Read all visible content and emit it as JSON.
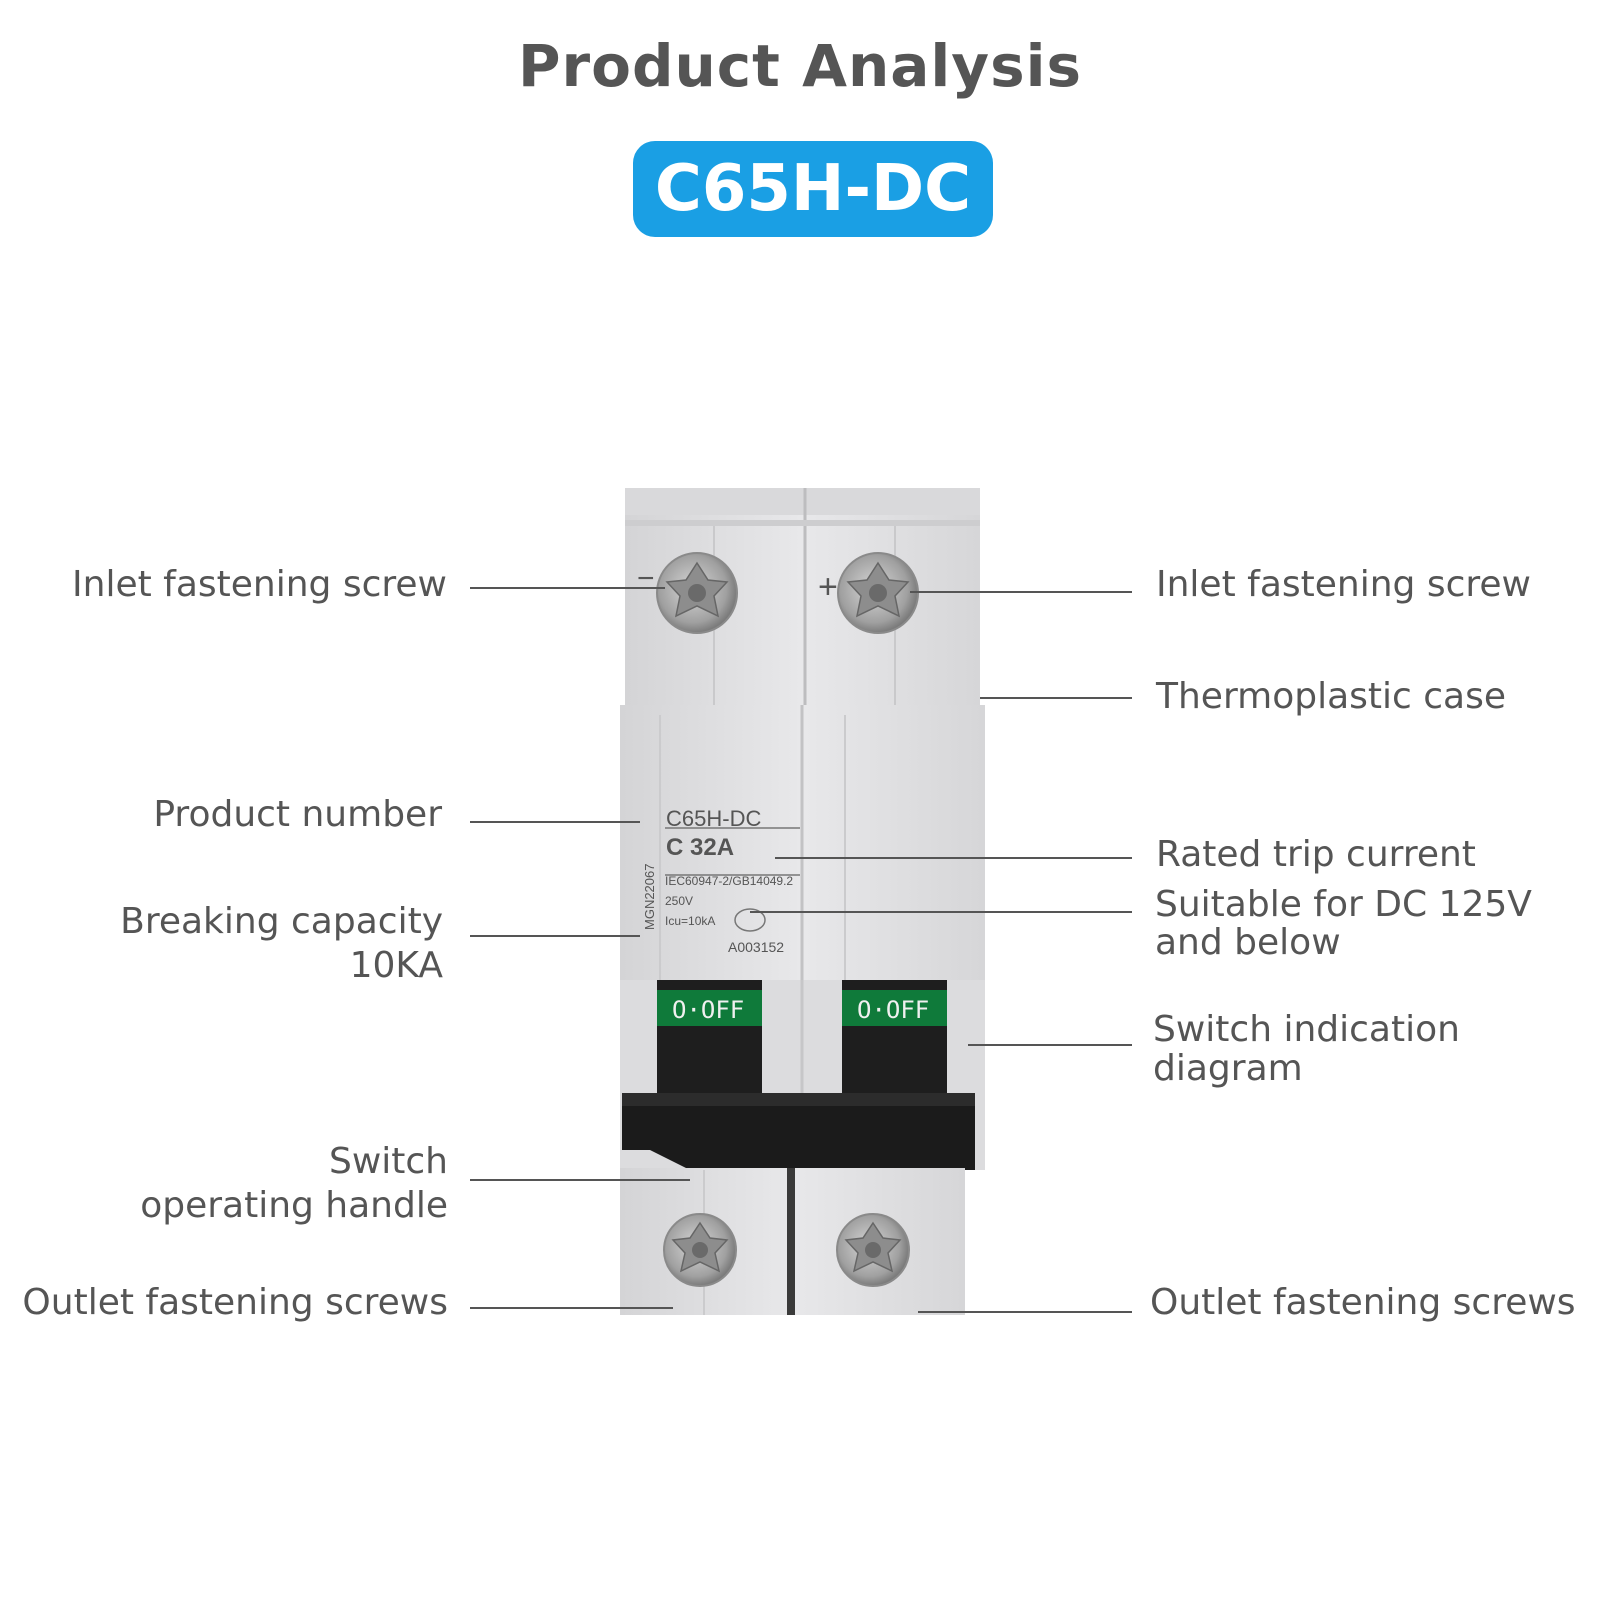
{
  "title": "Product Analysis",
  "model_badge": "C65H-DC",
  "colors": {
    "badge": "#1a9fe4",
    "text": "#555555",
    "case": "#e1e1e3",
    "handle": "#1b1b1b",
    "indicator": "#0f7a3a"
  },
  "callouts": {
    "inlet_left": "Inlet fastening screw",
    "inlet_right": "Inlet fastening screw",
    "thermoplastic_case": "Thermoplastic case",
    "product_number": "Product number",
    "rated_trip": "Rated trip current",
    "breaking_1": "Breaking capacity",
    "breaking_2": "10KA",
    "dc_1": "Suitable for DC 125V",
    "dc_2": "and below",
    "indication_1": "Switch indication",
    "indication_2": "diagram",
    "handle_1": "Switch",
    "handle_2": "operating handle",
    "outlet_left": "Outlet fastening screws",
    "outlet_right": "Outlet fastening screws"
  },
  "device_label": {
    "model": "C65H-DC",
    "rating": "C 32A",
    "standard": "IEC60947-2/GB14049.2",
    "voltage": "250V",
    "icu": "Icu=10kA",
    "cert": "A003152",
    "serial": "MGN22067",
    "minus": "−",
    "plus": "+",
    "off_left": "O·OFF",
    "off_right": "O·OFF"
  }
}
